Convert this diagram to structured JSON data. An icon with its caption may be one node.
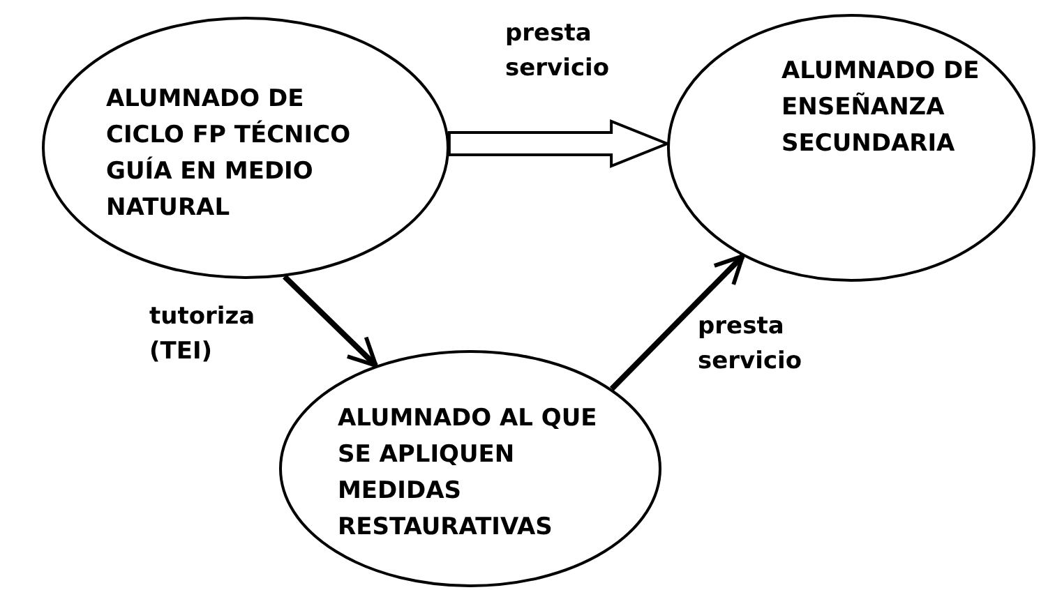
{
  "diagram": {
    "nodes": [
      {
        "text": [
          "ALUMNADO DE CICLO FP TÉCNICO GUÍA EN MEDIO NATURAL"
        ]
      },
      {
        "text": [
          "ALUMNADO DE ENSEÑANZA SECUNDARIA"
        ]
      },
      {
        "text": [
          "ALUMNADO AL QUE SE APLIQUEN MEDIDAS RESTAURATIVAS"
        ]
      }
    ],
    "edges": [
      {
        "from": 0,
        "to": 1,
        "arrow": "to",
        "label": "presta servicio",
        "style": "thick"
      },
      {
        "from": 0,
        "to": 2,
        "arrow": "to",
        "label": "tutoriza (TEI)"
      },
      {
        "from": 2,
        "to": 1,
        "arrow": "to",
        "label": "presta servicio"
      }
    ]
  }
}
